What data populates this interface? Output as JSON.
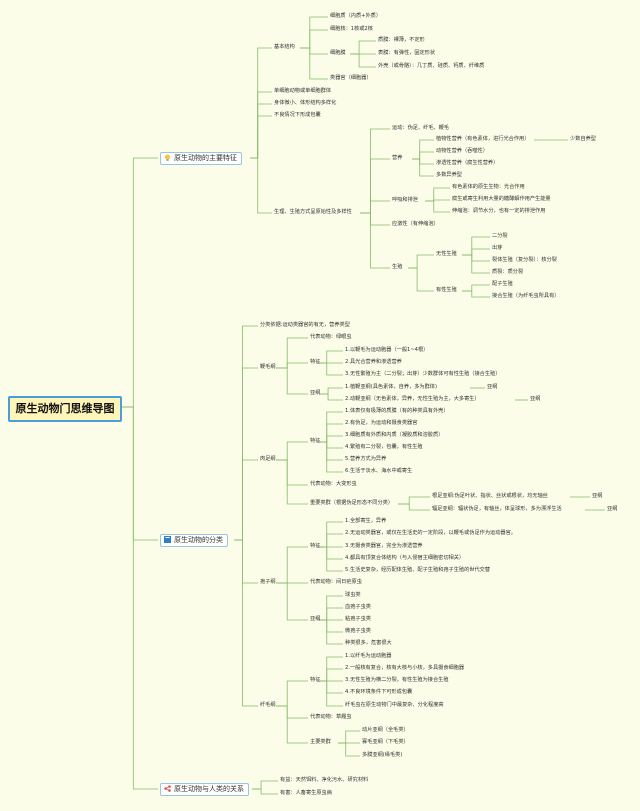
{
  "root": "原生动物门思维导图",
  "branches": {
    "features": {
      "label": "原生动物的主要特征",
      "basic": {
        "label": "基本结构",
        "membrane": "细胞质（内质+外质）",
        "nucleus": "细胞核：1核或2核",
        "cell_membrane": {
          "label": "细胞膜",
          "naked": "质膜：裸薄，不定形",
          "pellicle": "表膜：有弹性，固定形状",
          "shell": "外壳（或骨骼）：几丁质、硅质、钙质、纤维质"
        },
        "organelle": "类器官（细胞器）"
      },
      "unicell": "单细胞动物或单细胞群体",
      "small": "身体微小、体形结构多样化",
      "cyst": "不良情况下形成包囊",
      "life": {
        "label": "生理、生殖方式呈原始性及多样性",
        "motion": "运动：伪足、纤毛、鞭毛",
        "nutrition": {
          "label": "营养",
          "plant": "植物性营养（有色素体，进行光合作用）",
          "plant_note": "少数自养型",
          "animal": "动物性营养（吞噬性）",
          "osmotic": "渗透性营养（腐生性营养）",
          "mixed": "多数异养型"
        },
        "respiration": {
          "label": "呼吸和排泄",
          "r1": "有色素体的原生生物：光合作用",
          "r2": "腐生或寄生利用大量的糖酵解作用产生能量",
          "r3": "伸缩泡：调节水分，也有一定的排泄作用"
        },
        "stress": "应激性（有伸缩泡）",
        "reproduction": {
          "label": "生殖",
          "asexual": {
            "label": "无性生殖",
            "a1": "二分裂",
            "a2": "出芽",
            "a3": "裂体生殖（复分裂）：核分裂",
            "a4": "质裂：质分裂"
          },
          "sexual": {
            "label": "有性生殖",
            "s1": "配子生殖",
            "s2": "接合生殖（为纤毛虫所具有）"
          }
        }
      }
    },
    "classification": {
      "label": "原生动物的分类",
      "basis": "分类依据:运动类器官的有无，营养类型",
      "flagellata": {
        "label": "鞭毛纲",
        "rep": "代表动物：绿眼虫",
        "features_label": "特征",
        "f1": "1.以鞭毛为运动胞器（一般1~4根）",
        "f2": "2.具光合营养和渗透营养",
        "f3": "3.无性繁殖为主（二分裂；出芽）少数群体可有性生殖（接合生殖）",
        "sub_label": "亚纲",
        "s1": "1.植鞭亚纲(具色素体，自养，多为群体)",
        "s1_note": "亚纲",
        "s2": "2.动鞭亚纲（无色素体，异养，无性生殖为主，大多寄生）",
        "s2_note": "亚纲"
      },
      "sarcodina": {
        "label": "肉足纲",
        "features_label": "特征",
        "f1": "1.体表仅有极薄的质膜（有的种类具有外壳）",
        "f2": "2.有伪足，为运动和摄食类器官",
        "f3": "3.细胞质有外质和内质（凝胶质和溶胶质）",
        "f4": "4.繁殖有二分裂，包囊，有性生殖",
        "f5": "5.营养方式为异养",
        "f6": "6.生活于淡水、海水中或寄生",
        "rep": "代表动物：大变形虫",
        "types": {
          "label": "重要类群（根据伪足形态不同分类）",
          "t1": "根足亚纲:伪足叶状、指状、丝状或根状，均无轴丝",
          "t1_note": "亚纲",
          "t2": "辐足亚纲：辐状伪足，有轴丝，体呈球形，多为漂浮生活",
          "t2_note": "亚纲"
        }
      },
      "sporozoa": {
        "label": "孢子纲",
        "features_label": "特征",
        "f1": "1.全部寄生，异养",
        "f2": "2.无运动类器官，或仅在生活史的一定阶段，以鞭毛或伪足作为运动器官。",
        "f3": "3.无摄食类器官，完全为渗透营养",
        "f4": "4.都具有顶复合体结构（与入侵宿主细胞密切相关）",
        "f5": "5.生活史复杂，经历配体生殖、配子生殖和孢子生殖的世代交替",
        "rep": "代表动物：间日疟原虫",
        "sub_label": "亚纲",
        "c1": "球虫类",
        "c2": "血孢子虫类",
        "c3": "粘孢子虫类",
        "c4": "微孢子虫类",
        "c5": "种类很多，危害很大"
      },
      "ciliata": {
        "label": "纤毛纲",
        "features_label": "特征",
        "f1": "1.以纤毛为运动胞器",
        "f2": "2.一般核有复合，核有大核与小核，多具摄食细胞器",
        "f3": "3.无性生殖为横二分裂，有性生殖为接合生殖",
        "f4": "4.不良环境条件下可形成包囊",
        "f5": "纤毛虫在原生动物门中最复杂、分化程度高",
        "rep": "代表动物：草履虫",
        "types": {
          "label": "主要类群",
          "t1": "动片亚纲（全毛类）",
          "t2": "寡毛亚纲（下毛类）",
          "t3": "多膜亚纲(缘毛类)"
        }
      }
    },
    "relation": {
      "label": "原生动物与人类的关系",
      "good": "有益：天然饵料、净化污水、研究材料",
      "bad": "有害：人畜寄生原虫病"
    }
  },
  "colors": {
    "line": "#87b96a",
    "branch_border": "#9bc3e4",
    "root_border": "#4a9ddb",
    "background": "#fbfde9"
  }
}
